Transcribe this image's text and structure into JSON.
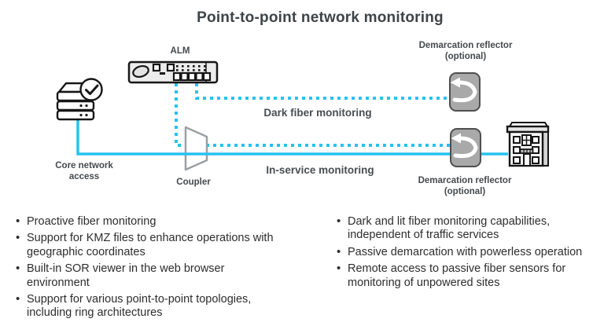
{
  "title": "Point-to-point network monitoring",
  "colors": {
    "accent_cyan": "#29c1ef",
    "device_gray": "#a9a9a9",
    "outline_black": "#161616",
    "text_dark": "#3e4347"
  },
  "diagram": {
    "alm_label": "ALM",
    "core_network_label": "Core network\naccess",
    "coupler_label": "Coupler",
    "dark_fiber_label": "Dark fiber monitoring",
    "in_service_label": "In-service monitoring",
    "demarcation_top_label": "Demarcation reflector\n(optional)",
    "demarcation_bottom_label": "Demarcation reflector\n(optional)",
    "icons": {
      "alm-device-icon": "rack-mounted ALM test unit with optical ports",
      "core-network-server-icon": "server stack with check badge",
      "coupler-icon": "optical coupler trapezoid",
      "demarcation-reflector-icon": "gray square with loopback reflect arrow",
      "building-icon": "office building / customer site"
    },
    "lines": {
      "dark_fiber": "dotted cyan from ALM to top demarcation reflector",
      "in_service_monitor": "dotted cyan from ALM through coupler to bottom demarcation reflector",
      "traffic_path": "solid cyan from core network access through coupler and reflector to building"
    }
  },
  "features_left": [
    "Proactive fiber monitoring",
    "Support for KMZ files to enhance operations with\ngeographic coordinates",
    "Built-in SOR viewer in the web browser\nenvironment",
    "Support for various point-to-point topologies,\nincluding ring architectures"
  ],
  "features_right": [
    "Dark and lit fiber monitoring capabilities,\nindependent of traffic services",
    "Passive demarcation with powerless operation",
    "Remote access to passive fiber sensors for\nmonitoring of unpowered sites"
  ]
}
